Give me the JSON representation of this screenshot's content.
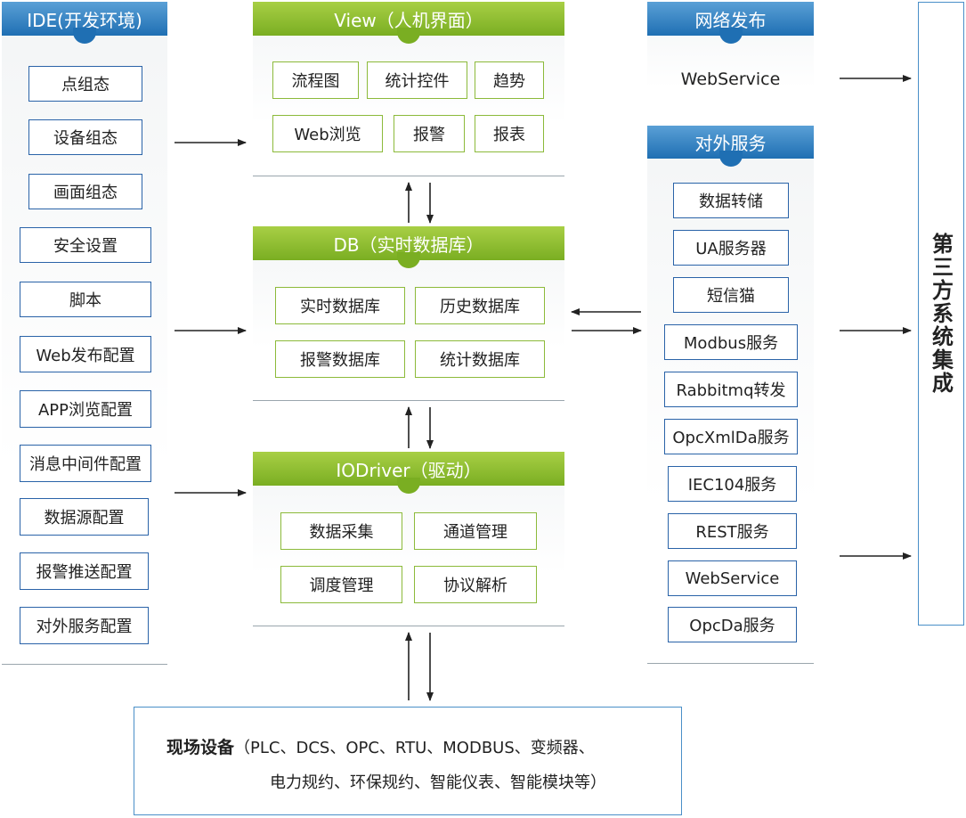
{
  "ide": {
    "title": "IDE(开发环境)",
    "items": [
      "点组态",
      "设备组态",
      "画面组态",
      "安全设置",
      "脚本",
      "Web发布配置",
      "APP浏览配置",
      "消息中间件配置",
      "数据源配置",
      "报警推送配置",
      "对外服务配置"
    ]
  },
  "view": {
    "title": "View（人机界面）",
    "items": [
      "流程图",
      "统计控件",
      "趋势",
      "Web浏览",
      "报警",
      "报表"
    ]
  },
  "db": {
    "title": "DB（实时数据库）",
    "items": [
      "实时数据库",
      "历史数据库",
      "报警数据库",
      "统计数据库"
    ]
  },
  "iodriver": {
    "title": "IODriver（驱动）",
    "items": [
      "数据采集",
      "通道管理",
      "调度管理",
      "协议解析"
    ]
  },
  "network": {
    "title": "网络发布",
    "item": "WebService"
  },
  "services": {
    "title": "对外服务",
    "items": [
      "数据转储",
      "UA服务器",
      "短信猫",
      "Modbus服务",
      "Rabbitmq转发",
      "OpcXmlDa服务",
      "IEC104服务",
      "REST服务",
      "WebService",
      "OpcDa服务"
    ]
  },
  "third_party": {
    "label": "第三方系统集成"
  },
  "field": {
    "label_bold": "现场设备",
    "line1": "（PLC、DCS、OPC、RTU、MODBUS、变频器、",
    "line2": "电力规约、环保规约、智能仪表、智能模块等）"
  },
  "colors": {
    "blue_header": "#1f6fb3",
    "green_header": "#7aae22",
    "box_border_blue": "#2a63a8",
    "box_border_green": "#8cba3a"
  }
}
